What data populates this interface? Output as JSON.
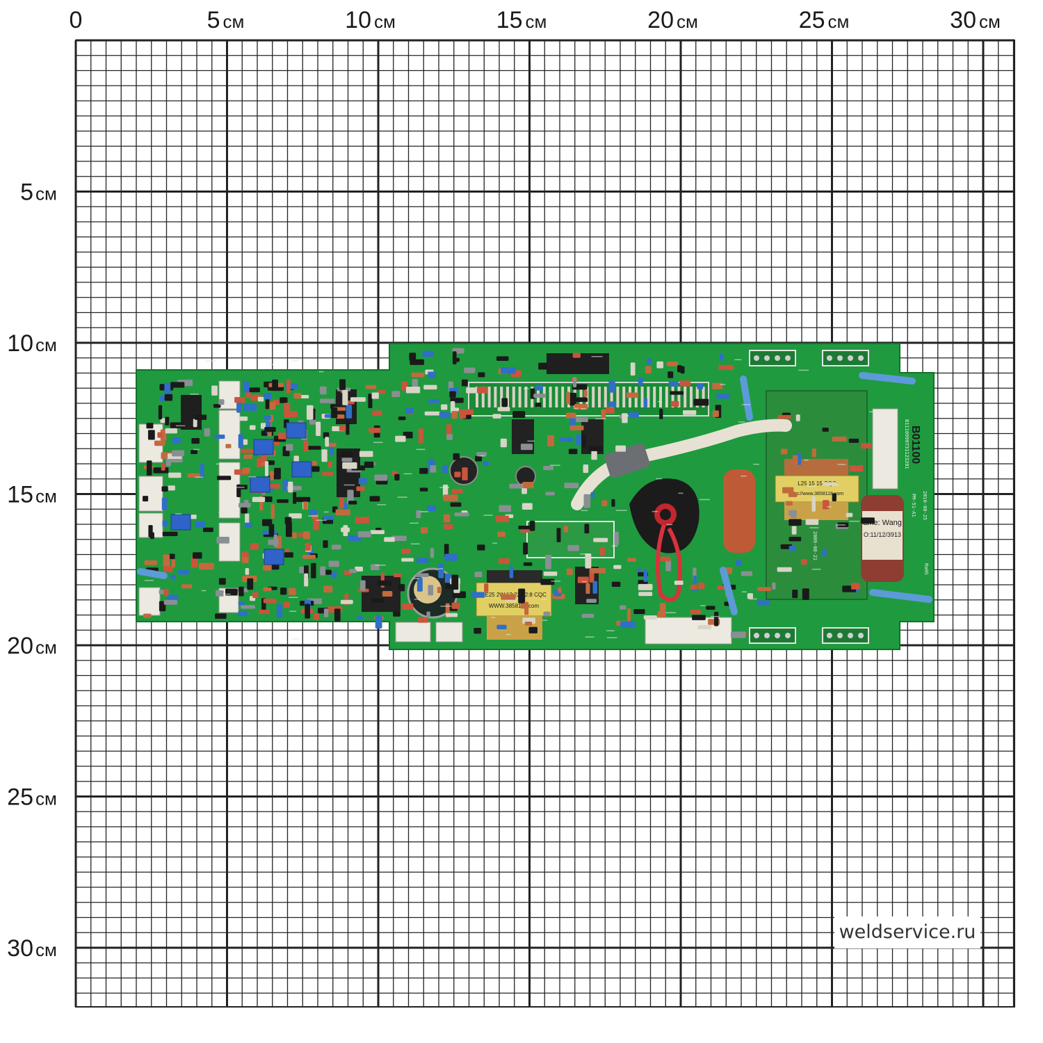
{
  "ruler": {
    "unit": "см",
    "x_ticks": [
      "0",
      "5",
      "10",
      "15",
      "20",
      "25",
      "30"
    ],
    "y_ticks": [
      "5",
      "10",
      "15",
      "20",
      "25",
      "30"
    ]
  },
  "board": {
    "part_number": "B01100",
    "model": "PM-51-A1",
    "date": "2010-08-25",
    "serial": "B1110990731123201",
    "sub_board_date": "2009-08-21",
    "label_name": "ame: Wang",
    "label_code": "O:11/12/3913",
    "transformer_left_text": "EE25 2W:12:22:22:8 CQC",
    "transformer_left_url": "WWW.3858118.com",
    "transformer_right_text": "L25 15 15 CQC",
    "transformer_right_url": "http://www.3858118.com",
    "rohs": "RoHS"
  },
  "colors": {
    "pcb": "#1f9a3f",
    "grid": "#222222"
  },
  "watermark": "weldservice.ru"
}
